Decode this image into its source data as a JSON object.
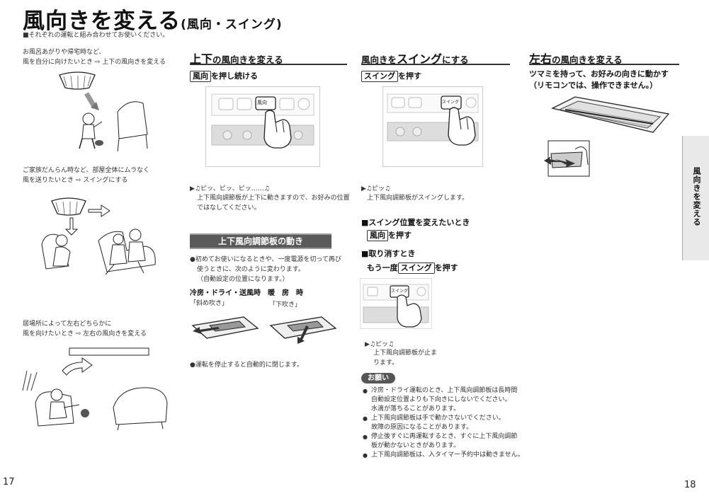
{
  "header": {
    "title": "風向きを変える",
    "title_sub": "(風向・スイング)",
    "subtitle": "■それぞれの運転と組み合わせてお使いください。"
  },
  "left": {
    "scene1_line1": "お風呂あがりや帰宅時など、",
    "scene1_line2": "風を自分に向けたいとき ⇨ 上下の風向きを変える",
    "scene2_line1": "ご家族だんらん時など、部屋全体にムラなく",
    "scene2_line2": "風を送りたいとき ⇨ スイングにする",
    "scene3_line1": "居場所によって左右どちらかに",
    "scene3_line2": "風を向けたいとき ⇨ 左右の風向きを変える"
  },
  "updown": {
    "heading_big": "上下",
    "heading_rest": "の風向きを変える",
    "key": "風向",
    "action": "を押し続ける",
    "sound": "▶♫ピッ、ピッ、ピッ……♫",
    "desc1": "上下風向調節板が上下に動きますので、お好みの位置",
    "desc2": "ではなしてください。",
    "bar_label": "上下風向調節板の動き",
    "note1": "●初めてお使いになるときや、一度電源を切って再び",
    "note2": "使うときに、次のように変わります。",
    "note3": "（自動設定の位置になります。）",
    "mode_cool": "冷房・ドライ・送風時",
    "mode_heat": "暖　房　時",
    "label_cool": "「斜め吹き」",
    "label_heat": "「下吹き」",
    "stop_note": "●運転を停止すると自動的に閉じます。"
  },
  "swing": {
    "heading_pre": "風向きを",
    "heading_big": "スイング",
    "heading_post": "にする",
    "key": "スイング",
    "action": "を押す",
    "sound": "▶♫ピッ♫",
    "desc": "上下風向調節板がスイングします。",
    "change_heading": "■スイング位置を変えたいとき",
    "change_key": "風向",
    "change_action": "を押す",
    "cancel_heading": "■取り消すとき",
    "cancel_pre": "もう一度",
    "cancel_key": "スイング",
    "cancel_action": "を押す",
    "sound2": "▶♫ピッ♫",
    "desc2_1": "上下風向調節板が止ま",
    "desc2_2": "ります。",
    "badge": "お願い",
    "requests": [
      "冷房・ドライ運転のとき、上下風向調節板は長時間",
      "自動設定位置よりも下向きにしないでください。",
      "水滴が落ちることがあります。",
      "上下風向調節板は手で動かさないでください。",
      "故障の原因になることがあります。",
      "停止後すぐに再運転するとき、すぐに上下風向調節",
      "板が動かないときがあります。",
      "上下風向調節板は、入タイマー予約中は動きません。"
    ]
  },
  "leftright": {
    "heading_big": "左右",
    "heading_rest": "の風向きを変える",
    "line1": "ツマミを持って、お好みの向きに動かす",
    "line2": "（リモコンでは、操作できません。）"
  },
  "side_tab": "風向きを変える",
  "page_left": "17",
  "page_right": "18",
  "remote_key_fan": "風向",
  "remote_key_swing": "スイング"
}
